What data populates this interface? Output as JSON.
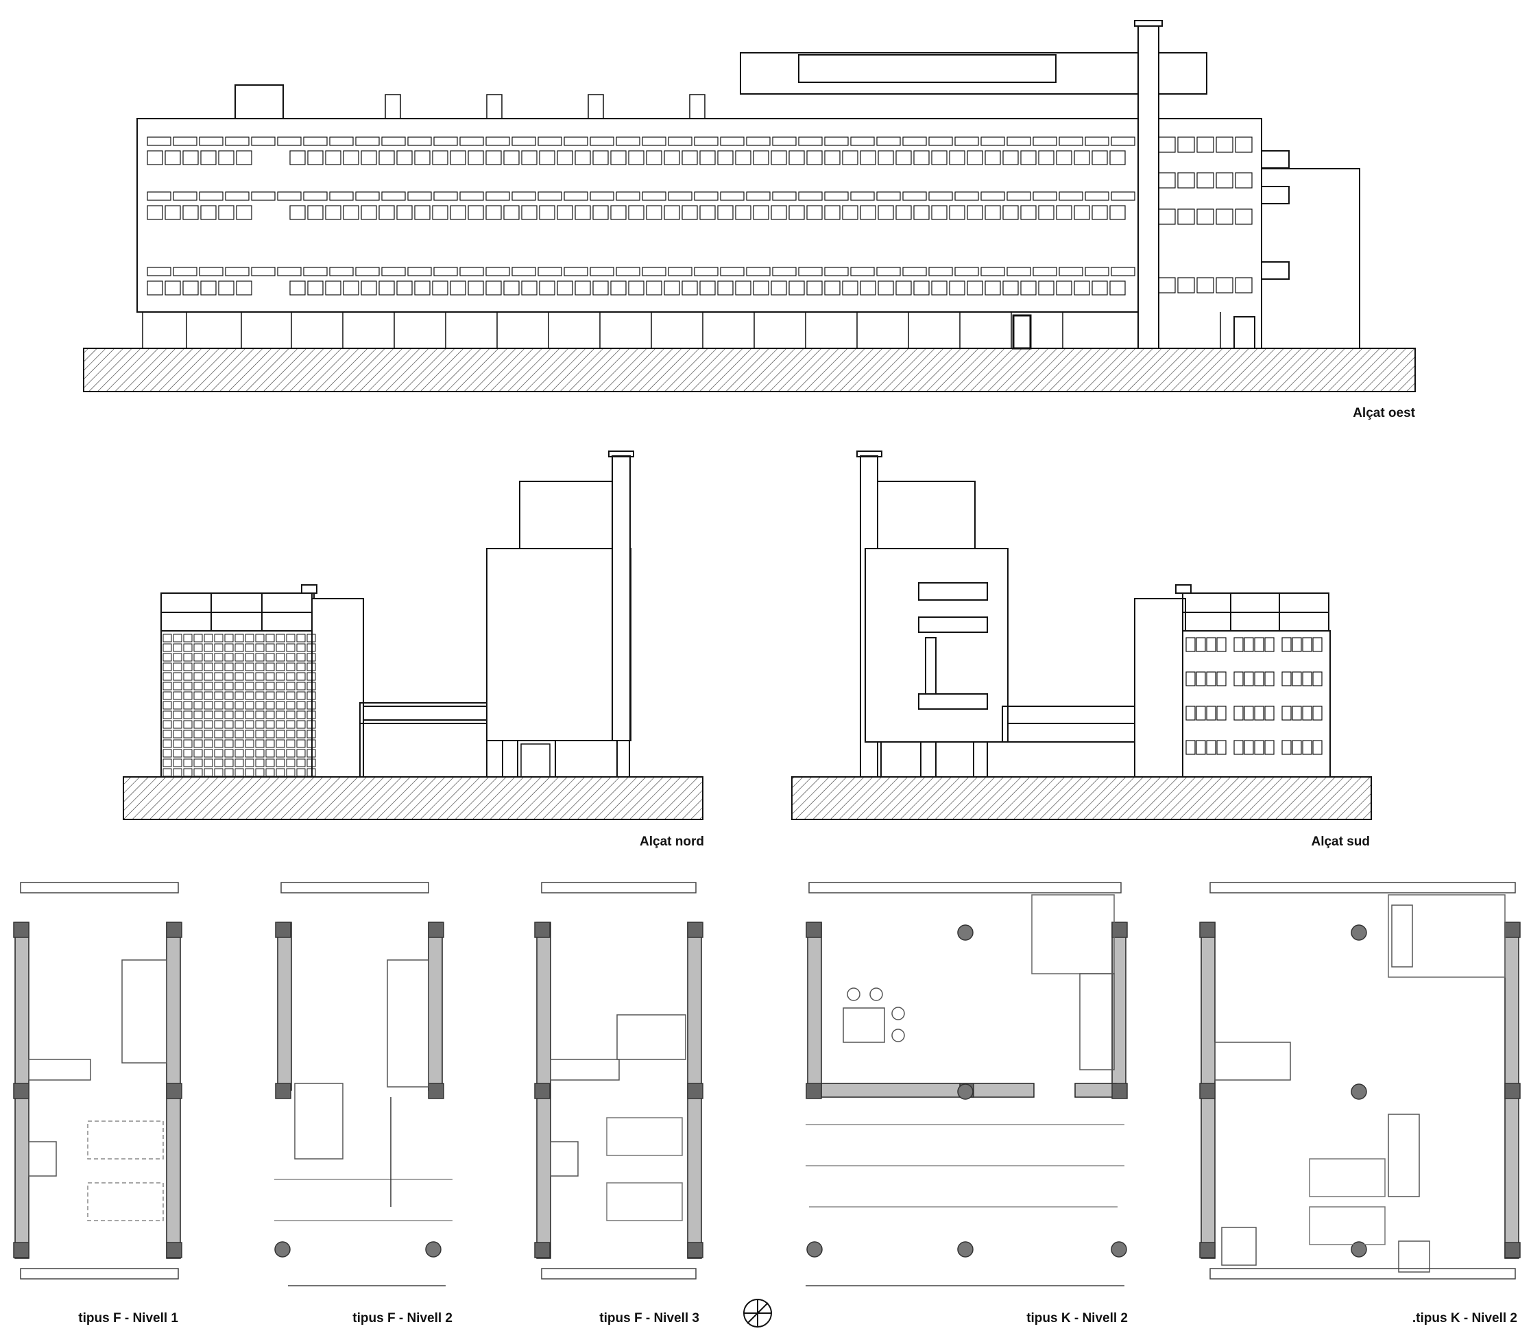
{
  "drawings": {
    "elevation_west": {
      "label": "Alçat oest"
    },
    "elevation_north": {
      "label": "Alçat nord"
    },
    "elevation_south": {
      "label": "Alçat sud"
    },
    "plans": [
      {
        "label": "tipus F - Nivell 1"
      },
      {
        "label": "tipus F - Nivell 2"
      },
      {
        "label": "tipus F - Nivell 3"
      },
      {
        "label": "tipus K - Nivell 2"
      },
      {
        "label": ".tipus K - Nivell 2"
      }
    ]
  },
  "colors": {
    "line": "#111111",
    "wall": "#bdbdbd",
    "column": "#666666",
    "light": "#888888"
  }
}
